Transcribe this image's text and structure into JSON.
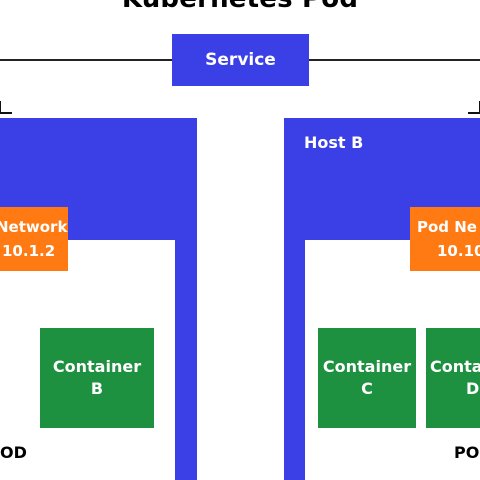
{
  "title": "Kubernetes Pod",
  "service": {
    "label": "Service"
  },
  "hosts": [
    {
      "label": "",
      "pod_network": {
        "line1": "Network",
        "line2": "10.1.2"
      },
      "containers": [
        {
          "line1": "Container",
          "line2": "B"
        }
      ],
      "pod_label": "OD"
    },
    {
      "label": "Host B",
      "pod_network": {
        "line1": "Pod Ne",
        "line2": "10.10"
      },
      "containers": [
        {
          "line1": "Container",
          "line2": "C"
        },
        {
          "line1": "Conta",
          "line2": "D"
        }
      ],
      "pod_label": "PO"
    }
  ],
  "colors": {
    "host": "#3b3fe6",
    "service": "#3b3fe6",
    "pod_network": "#ff7a12",
    "container": "#1e9141",
    "text_light": "#ffffff",
    "text_dark": "#000000"
  },
  "icons": [
    "arrow-down-left-icon",
    "arrow-down-right-icon"
  ]
}
